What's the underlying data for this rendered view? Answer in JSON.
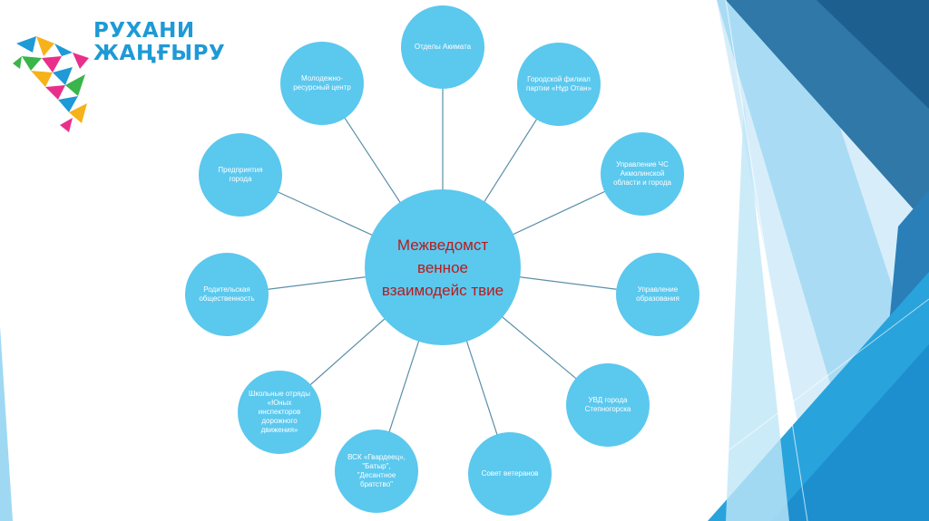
{
  "logo": {
    "line1": "РУХАНИ",
    "line2": "ЖАҢҒЫРУ",
    "icon": "bird-mosaic-icon"
  },
  "diagram": {
    "center": "Межведомст венное взаимодейс твие",
    "nodes": [
      "Отделы Акимата",
      "Городской филиал партии «Нұр Отан»",
      "Управление ЧС Акмолинской области и города",
      "Управление образования",
      "УВД города Степногорска",
      "Совет ветеранов",
      "ВСК «Гвардеец», \"Батыр\", \"Десантное братство\"",
      "Школьные отряды «Юных инспекторов дорожного движения»",
      "Родительская общественность",
      "Предприятия города",
      "Молодежно-ресурсный центр"
    ]
  },
  "colors": {
    "node": "#5bc8ee",
    "center_text": "#b71c1c",
    "logo_text": "#1e9ad6",
    "connector": "#5a8fa8"
  }
}
